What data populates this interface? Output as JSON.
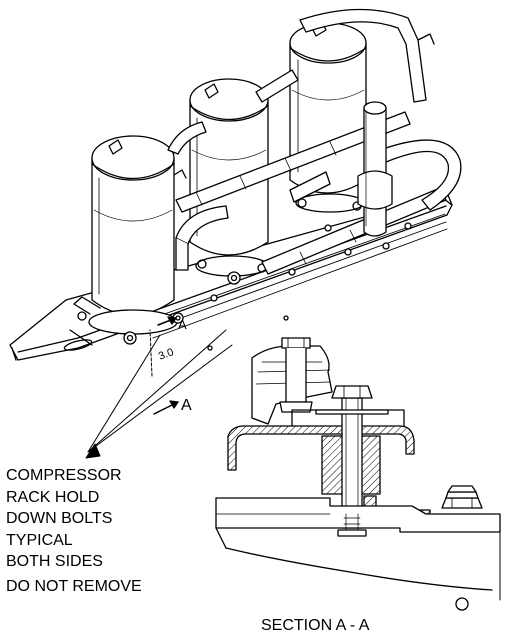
{
  "labels": {
    "callout_lines": [
      "COMPRESSOR",
      "RACK HOLD",
      "DOWN BOLTS",
      "TYPICAL",
      "BOTH SIDES"
    ],
    "do_not_remove": "DO NOT REMOVE",
    "section": "SECTION A - A",
    "section_mark": "A",
    "section_mark_small": "A"
  },
  "colors": {
    "ink": "#000000",
    "paper": "#ffffff"
  }
}
